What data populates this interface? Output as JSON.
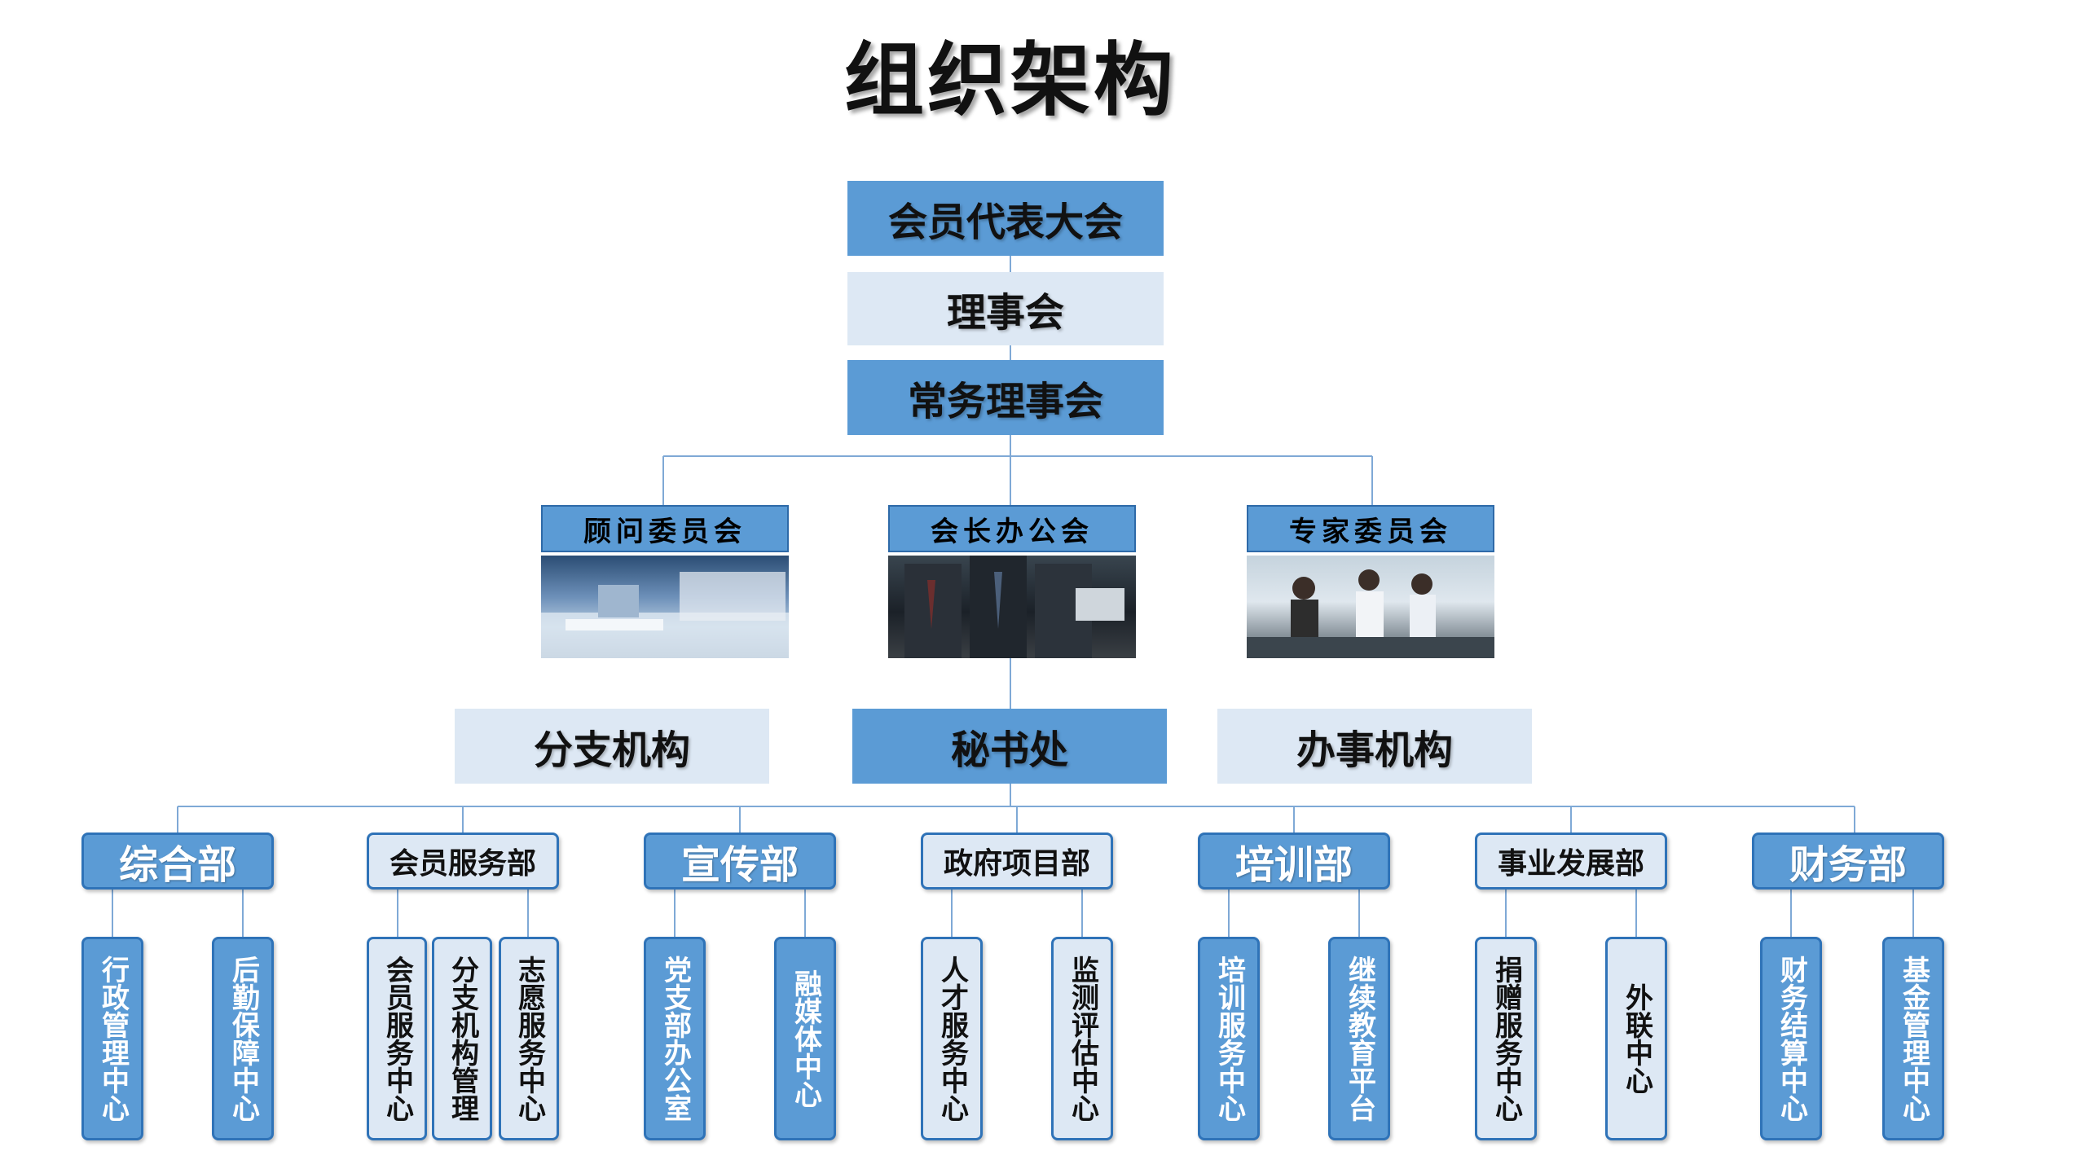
{
  "title": "组织架构",
  "top_levels": [
    "会员代表大会",
    "理事会",
    "常务理事会"
  ],
  "committees": [
    "顾问委员会",
    "会长办公会",
    "专家委员会"
  ],
  "middle": [
    "分支机构",
    "秘书处",
    "办事机构"
  ],
  "departments": [
    {
      "name": "综合部",
      "centers": [
        "行政管理中心",
        "后勤保障中心"
      ]
    },
    {
      "name": "会员服务部",
      "centers": [
        "会员服务中心",
        "分支机构管理",
        "志愿服务中心"
      ]
    },
    {
      "name": "宣传部",
      "centers": [
        "党支部办公室",
        "融媒体中心"
      ]
    },
    {
      "name": "政府项目部",
      "centers": [
        "人才服务中心",
        "监测评估中心"
      ]
    },
    {
      "name": "培训部",
      "centers": [
        "培训服务中心",
        "继续教育平台"
      ]
    },
    {
      "name": "事业发展部",
      "centers": [
        "捐赠服务中心",
        "外联中心"
      ]
    },
    {
      "name": "财务部",
      "centers": [
        "财务结算中心",
        "基金管理中心"
      ]
    }
  ],
  "colors": {
    "blue": "#5b9bd5",
    "light": "#dde8f4",
    "border": "#2f73b8",
    "line": "#7fa9d6"
  }
}
